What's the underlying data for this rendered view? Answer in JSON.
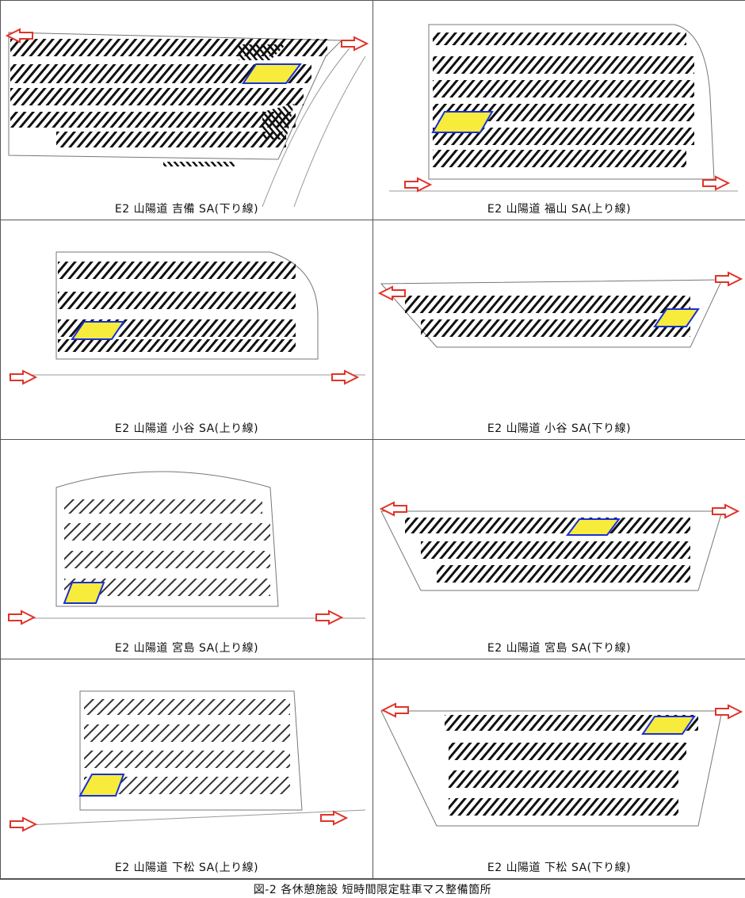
{
  "figure_caption": "図-2 各休憩施設 短時間限定駐車マス整備箇所",
  "panels": [
    {
      "label": "E2 山陽道 吉備 SA(下り線)"
    },
    {
      "label": "E2 山陽道 福山 SA(上り線)"
    },
    {
      "label": "E2 山陽道 小谷 SA(上り線)"
    },
    {
      "label": "E2 山陽道 小谷 SA(下り線)"
    },
    {
      "label": "E2 山陽道 宮島 SA(上り線)"
    },
    {
      "label": "E2 山陽道 宮島 SA(下り線)"
    },
    {
      "label": "E2 山陽道 下松 SA(上り線)"
    },
    {
      "label": "E2 山陽道 下松 SA(下り線)"
    }
  ],
  "colors": {
    "highlight_fill": "#f7ec3b",
    "highlight_stroke": "#1a2fd6",
    "arrow": "#e0342a"
  }
}
